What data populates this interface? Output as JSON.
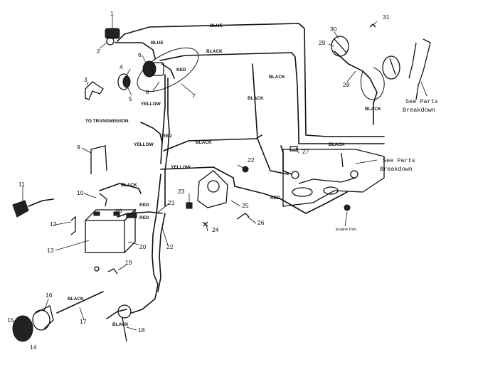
{
  "wire_labels": {
    "blue_top": "BLUE",
    "blue_small": "BLUE",
    "black_top": "BLACK",
    "red_upper": "RED",
    "black_right1": "BLACK",
    "black_right2": "BLACK",
    "black_coil": "BLACK",
    "yellow_left": "YELLOW",
    "to_transmission": "TO TRANSMISSION",
    "red_mid": "RED",
    "yellow_mid": "YELLOW",
    "black_mid": "BLACK",
    "black_engine": "BLACK",
    "yellow_lower": "YELLOW",
    "black_battery": "BLACK",
    "red_battery": "RED",
    "red_cable": "RED",
    "red_engine": "RED",
    "black_cable17": "BLACK",
    "black_cable18": "BLACK",
    "plus_sign": "(+)"
  },
  "notes": {
    "see_parts_upper": [
      "See Parts",
      "Breakdown"
    ],
    "see_parts_engine": [
      "See Parts",
      "Breakdown"
    ],
    "engine_part": "Engine Part"
  },
  "callouts": {
    "n1": "1",
    "n2": "2",
    "n3": "3",
    "n4": "4",
    "n5": "5",
    "n6": "6",
    "n7": "7",
    "n8": "8",
    "n9": "9",
    "n10": "10",
    "n11": "11",
    "n12": "12",
    "n13": "13",
    "n14": "14",
    "n15": "15",
    "n16": "16",
    "n17": "17",
    "n18": "18",
    "n19": "19",
    "n20": "20",
    "n21": "21",
    "n22a": "22",
    "n22b": "22",
    "n23": "23",
    "n24": "24",
    "n25": "25",
    "n26": "26",
    "n27": "27",
    "n28": "28",
    "n29": "29",
    "n30": "30",
    "n31": "31"
  }
}
